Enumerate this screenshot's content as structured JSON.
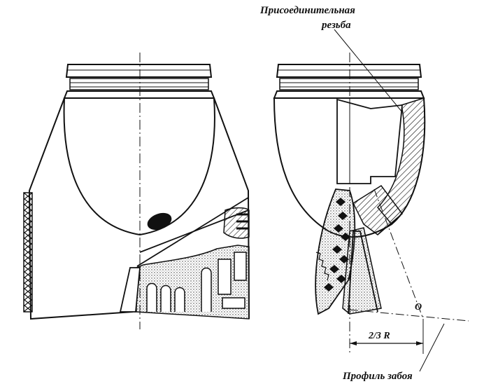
{
  "labels": {
    "thread_line1": "Присоединительная",
    "thread_line2": "резьба",
    "bottom_profile": "Профиль забоя",
    "dimension": "2/3 R",
    "point": "O"
  },
  "colors": {
    "ink": "#111111",
    "paper": "#ffffff"
  },
  "icons": {
    "front_view": "drill-bit-front-view",
    "section_view": "drill-bit-section-view"
  }
}
